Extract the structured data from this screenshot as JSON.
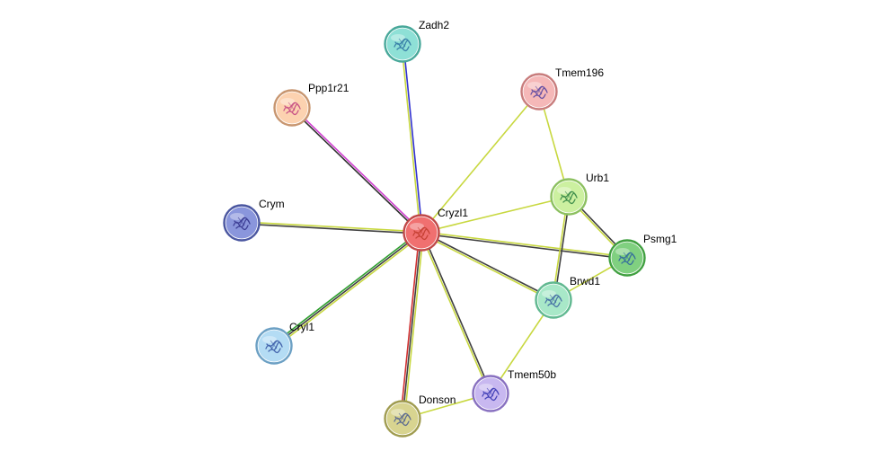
{
  "network": {
    "nodes": [
      {
        "id": "Cryzl1",
        "label": "Cryzl1",
        "color": "#f07070",
        "stroke": "#c04848",
        "glyph": "#c0392b"
      },
      {
        "id": "Zadh2",
        "label": "Zadh2",
        "color": "#8ee0d6",
        "stroke": "#48a89a",
        "glyph": "#2a6fa0"
      },
      {
        "id": "Tmem196",
        "label": "Tmem196",
        "color": "#f5b8b8",
        "stroke": "#c87c7c",
        "glyph": "#5040a0"
      },
      {
        "id": "Ppp1r21",
        "label": "Ppp1r21",
        "color": "#fcd2b0",
        "stroke": "#c89670",
        "glyph": "#c04080"
      },
      {
        "id": "Urb1",
        "label": "Urb1",
        "color": "#ccf0a0",
        "stroke": "#8cc060",
        "glyph": "#2a8040"
      },
      {
        "id": "Crym",
        "label": "Crym",
        "color": "#8a96dc",
        "stroke": "#4a56a0",
        "glyph": "#30308a"
      },
      {
        "id": "Psmg1",
        "label": "Psmg1",
        "color": "#80d080",
        "stroke": "#40a040",
        "glyph": "#2a60a0"
      },
      {
        "id": "Brwd1",
        "label": "Brwd1",
        "color": "#a8e8c8",
        "stroke": "#60b890",
        "glyph": "#3a60a0"
      },
      {
        "id": "Cryl1",
        "label": "Cryl1",
        "color": "#b4dcf4",
        "stroke": "#6ca0c4",
        "glyph": "#3050a0"
      },
      {
        "id": "Tmem50b",
        "label": "Tmem50b",
        "color": "#c8b8f0",
        "stroke": "#8870c0",
        "glyph": "#3030b0"
      },
      {
        "id": "Donson",
        "label": "Donson",
        "color": "#d8d490",
        "stroke": "#a09c50",
        "glyph": "#4a5a90"
      }
    ],
    "edges": [
      {
        "source": "Cryzl1",
        "target": "Zadh2",
        "colors": [
          "#c8d840",
          "#3030d0"
        ]
      },
      {
        "source": "Cryzl1",
        "target": "Ppp1r21",
        "colors": [
          "#303030",
          "#d040d0"
        ]
      },
      {
        "source": "Cryzl1",
        "target": "Crym",
        "colors": [
          "#404040",
          "#c8d840"
        ]
      },
      {
        "source": "Cryzl1",
        "target": "Cryl1",
        "colors": [
          "#c8d840",
          "#404040",
          "#30a030"
        ]
      },
      {
        "source": "Cryzl1",
        "target": "Donson",
        "colors": [
          "#c8d840",
          "#404040",
          "#d03030"
        ]
      },
      {
        "source": "Cryzl1",
        "target": "Tmem50b",
        "colors": [
          "#404040",
          "#c8d840"
        ]
      },
      {
        "source": "Cryzl1",
        "target": "Brwd1",
        "colors": [
          "#404040",
          "#c8d840"
        ]
      },
      {
        "source": "Cryzl1",
        "target": "Psmg1",
        "colors": [
          "#c8d840",
          "#404040"
        ]
      },
      {
        "source": "Cryzl1",
        "target": "Urb1",
        "colors": [
          "#c8d840"
        ]
      },
      {
        "source": "Cryzl1",
        "target": "Tmem196",
        "colors": [
          "#c8d840"
        ]
      },
      {
        "source": "Tmem196",
        "target": "Urb1",
        "colors": [
          "#c8d840"
        ]
      },
      {
        "source": "Urb1",
        "target": "Psmg1",
        "colors": [
          "#404040",
          "#c8d840"
        ]
      },
      {
        "source": "Urb1",
        "target": "Brwd1",
        "colors": [
          "#404040",
          "#c8d840"
        ]
      },
      {
        "source": "Psmg1",
        "target": "Brwd1",
        "colors": [
          "#c8d840"
        ]
      },
      {
        "source": "Brwd1",
        "target": "Tmem50b",
        "colors": [
          "#c8d840"
        ]
      },
      {
        "source": "Tmem50b",
        "target": "Donson",
        "colors": [
          "#c8d840"
        ]
      }
    ]
  }
}
